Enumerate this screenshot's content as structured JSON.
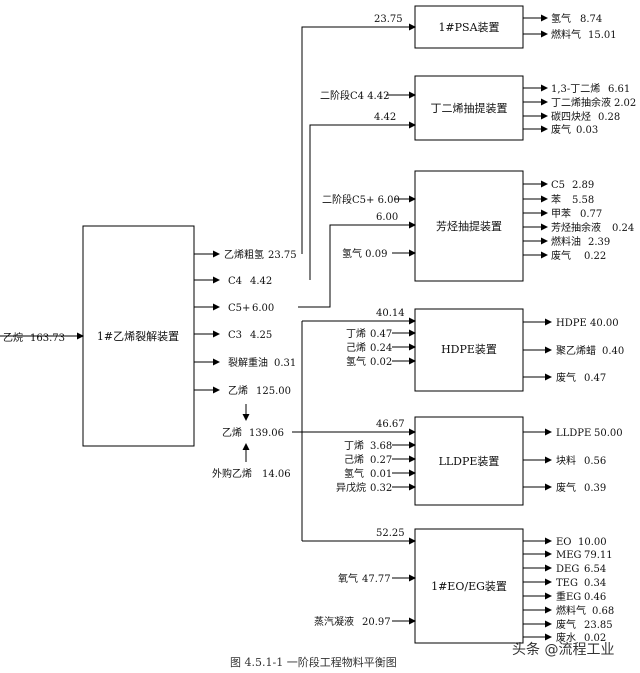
{
  "units": {
    "cracker": "1#乙烯裂解装置",
    "psa": "1#PSA装置",
    "butadiene": "丁二烯抽提装置",
    "aromatics": "芳烃抽提装置",
    "hdpe": "HDPE装置",
    "lldpe": "LLDPE装置",
    "eoeg": "1#EO/EG装置"
  },
  "feed": {
    "name": "乙烷",
    "value": "163.73"
  },
  "cracker_products": [
    {
      "name": "乙烯粗氢",
      "value": "23.75"
    },
    {
      "name": "C4",
      "value": "4.42"
    },
    {
      "name": "C5+",
      "value": "6.00"
    },
    {
      "name": "C3",
      "value": "4.25"
    },
    {
      "name": "裂解重油",
      "value": "0.31"
    },
    {
      "name": "乙烯",
      "value": "125.00"
    }
  ],
  "ethylene_header": {
    "name": "乙烯",
    "value": "139.06"
  },
  "external_ethylene": {
    "name": "外购乙烯",
    "value": "14.06"
  },
  "psa": {
    "feed": "23.75",
    "outputs": [
      {
        "name": "氢气",
        "value": "8.74"
      },
      {
        "name": "燃料气",
        "value": "15.01"
      }
    ]
  },
  "butadiene": {
    "phase2": "二阶段C4  4.42",
    "feed": "4.42",
    "outputs": [
      {
        "name": "1,3-丁二烯",
        "value": "6.61"
      },
      {
        "name": "丁二烯抽余液",
        "value": "2.02"
      },
      {
        "name": "碳四炔烃",
        "value": "0.28"
      },
      {
        "name": "废气",
        "value": "0.03"
      }
    ]
  },
  "aromatics": {
    "phase2": "二阶段C5+  6.00",
    "feed": "6.00",
    "hydrogen": "氢气  0.09",
    "outputs": [
      {
        "name": "C5",
        "value": "2.89"
      },
      {
        "name": "苯",
        "value": "5.58"
      },
      {
        "name": "甲苯",
        "value": "0.77"
      },
      {
        "name": "芳烃抽余液",
        "value": "0.24"
      },
      {
        "name": "燃料油",
        "value": "2.39"
      },
      {
        "name": "废气",
        "value": "0.22"
      }
    ]
  },
  "hdpe": {
    "feed": "40.14",
    "inputs": [
      {
        "name": "丁烯",
        "value": "0.47"
      },
      {
        "name": "己烯",
        "value": "0.24"
      },
      {
        "name": "氢气",
        "value": "0.02"
      }
    ],
    "outputs": [
      {
        "name": "HDPE",
        "value": "40.00"
      },
      {
        "name": "聚乙烯蜡",
        "value": "0.40"
      },
      {
        "name": "废气",
        "value": "0.47"
      }
    ]
  },
  "lldpe": {
    "feed": "46.67",
    "inputs": [
      {
        "name": "丁烯",
        "value": "3.68"
      },
      {
        "name": "己烯",
        "value": "0.27"
      },
      {
        "name": "氢气",
        "value": "0.01"
      },
      {
        "name": "异戊烷",
        "value": "0.32"
      }
    ],
    "outputs": [
      {
        "name": "LLDPE",
        "value": "50.00"
      },
      {
        "name": "块料",
        "value": "0.56"
      },
      {
        "name": "废气",
        "value": "0.39"
      }
    ]
  },
  "eoeg": {
    "feed": "52.25",
    "inputs": [
      {
        "name": "氧气",
        "value": "47.77"
      },
      {
        "name": "蒸汽凝液",
        "value": "20.97"
      }
    ],
    "outputs": [
      {
        "name": "EO",
        "value": "10.00"
      },
      {
        "name": "MEG",
        "value": "79.11"
      },
      {
        "name": "DEG",
        "value": "6.54"
      },
      {
        "name": "TEG",
        "value": "0.34"
      },
      {
        "name": "重EG",
        "value": "0.46"
      },
      {
        "name": "燃料气",
        "value": "0.68"
      },
      {
        "name": "废气",
        "value": "23.85"
      },
      {
        "name": "废水",
        "value": "0.02"
      }
    ]
  },
  "caption": "图 4.5.1-1    一阶段工程物料平衡图",
  "watermark": "头条 @流程工业"
}
